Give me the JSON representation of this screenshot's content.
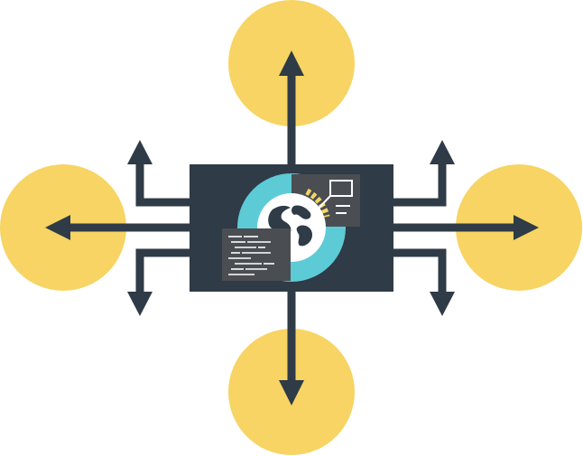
{
  "colors": {
    "node": "#f7d463",
    "dark": "#2f3b47",
    "accent": "#5ccbd6",
    "panel": "#4a4e52",
    "paper": "#ffffff",
    "stripe": "#f7d463"
  },
  "nodes": [
    {
      "id": "top",
      "icon": "circle-node"
    },
    {
      "id": "left",
      "icon": "circle-node"
    },
    {
      "id": "right",
      "icon": "circle-node"
    },
    {
      "id": "bottom",
      "icon": "circle-node"
    }
  ],
  "hub": {
    "icons": [
      "globe-icon",
      "code-window-icon",
      "network-chart-icon"
    ]
  }
}
